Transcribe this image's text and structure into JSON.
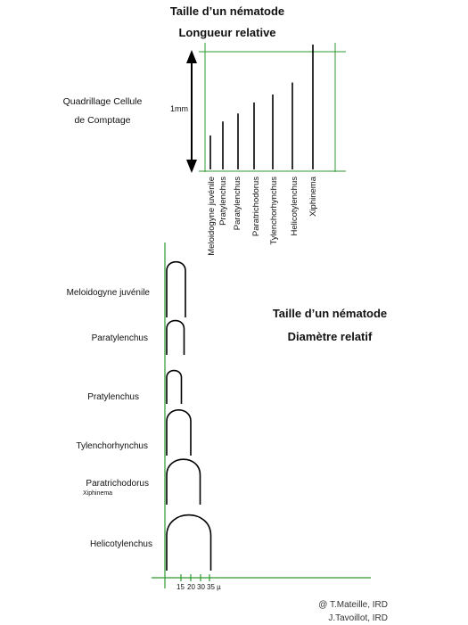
{
  "length_section": {
    "title": "Taille d’un nématode",
    "subtitle": "Longueur relative",
    "grid_label_line1": "Quadrillage Cellule",
    "grid_label_line2": "de Comptage",
    "scale_label": "1mm",
    "species": [
      "Meloidogyne juvénile",
      "Pratylenchus",
      "Paratylenchus",
      "Paratrichodorus",
      "Tylenchorhynchus",
      "Helicotylenchus",
      "Xiphinema"
    ],
    "relative_length": [
      0.34,
      0.48,
      0.56,
      0.67,
      0.75,
      0.87,
      1.25
    ]
  },
  "diameter_section": {
    "title": "Taille d’un nématode",
    "subtitle": "Diamètre relatif",
    "species": [
      "Meloidogyne juvénile",
      "Paratylenchus",
      "Pratylenchus",
      "Tylenchorhynchus",
      "Paratrichodorus",
      "Helicotylenchus"
    ],
    "extra_label": "Xiphinema",
    "diameter_um": [
      14,
      13,
      11,
      18,
      25,
      33
    ],
    "axis_ticks": [
      "15",
      "20",
      "30",
      "35 µ"
    ]
  },
  "credits": {
    "line1": "@ T.Mateille, IRD",
    "line2": "J.Tavoillot, IRD"
  },
  "colors": {
    "grid": "#2e9a2e",
    "ink": "#000000"
  }
}
